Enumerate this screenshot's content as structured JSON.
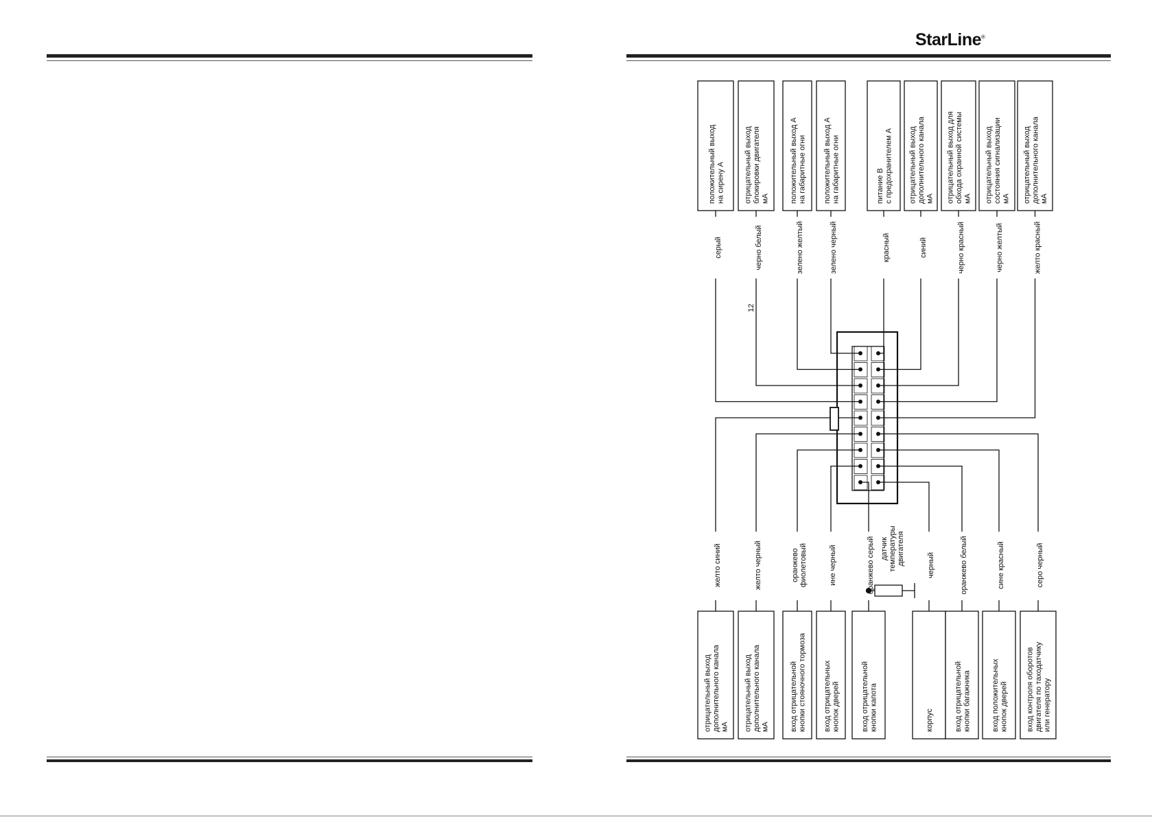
{
  "header": {
    "brand": "StarLine",
    "brand_mark": "®"
  },
  "colors": {
    "ink": "#111111",
    "rule": "#222222",
    "background": "#ffffff"
  },
  "diagram": {
    "pin_label": "12",
    "top": [
      {
        "wire": "серый",
        "lines": [
          "положительный выход",
          "на сирену    A"
        ]
      },
      {
        "wire": "черно белый",
        "lines": [
          "отрицательный  выход",
          "блокировки двигателя",
          "мА"
        ]
      },
      {
        "wire": "зелено желтый",
        "lines": [
          "положительный выход     A",
          "на габаритные огни"
        ]
      },
      {
        "wire": "зелено черный",
        "lines": [
          "положительный выход     A",
          "на габаритные огни"
        ]
      },
      {
        "wire": "красный",
        "lines": [
          "питание           B",
          "с предохранителем       A"
        ]
      },
      {
        "wire": "синий",
        "lines": [
          "отрицательный выход",
          "дополнительного канала",
          "мА"
        ]
      },
      {
        "wire": "черно красный",
        "lines": [
          "отрицательный выход для",
          "обхода охранной системы",
          "мА"
        ]
      },
      {
        "wire": "черно желтый",
        "lines": [
          "отрицательный выход",
          "состояния сигнализации",
          "мА"
        ]
      },
      {
        "wire": "желто красный",
        "lines": [
          "отрицательный выход",
          "дополнительного канала",
          "мА"
        ]
      }
    ],
    "bottom": [
      {
        "wire": "желто синий",
        "lines": [
          "отрицательный выход",
          "дополнительного канала",
          "мА"
        ]
      },
      {
        "wire": "желто черный",
        "lines": [
          "отрицательный выход",
          "дополнительного канала",
          "мА"
        ]
      },
      {
        "wire_lines": [
          "оранжево",
          "фиолетовый"
        ],
        "lines": [
          "вход отрицательной",
          "кнопки стояночного тормоза"
        ]
      },
      {
        "wire": "ине черный",
        "lines": [
          "вход отрицательных",
          "кнопок дверей"
        ]
      },
      {
        "wire": "оранжево серый",
        "lines": [
          "вход отрицательной",
          "кнопки капота"
        ]
      },
      {
        "wire_lines": [
          "датчик",
          "температуры",
          "двигателя"
        ]
      },
      {
        "wire": "черный",
        "lines": [
          "корпус"
        ]
      },
      {
        "wire": "оранжево белый",
        "lines": [
          "вход отрицательной",
          "кнопки багажника"
        ]
      },
      {
        "wire": "сине красный",
        "lines": [
          "вход положительных",
          "кнопок дверей"
        ]
      },
      {
        "wire": "серо черный",
        "lines": [
          "вход контроля оборотов",
          "двигателя по таходатчику",
          "или генератору"
        ]
      }
    ]
  }
}
